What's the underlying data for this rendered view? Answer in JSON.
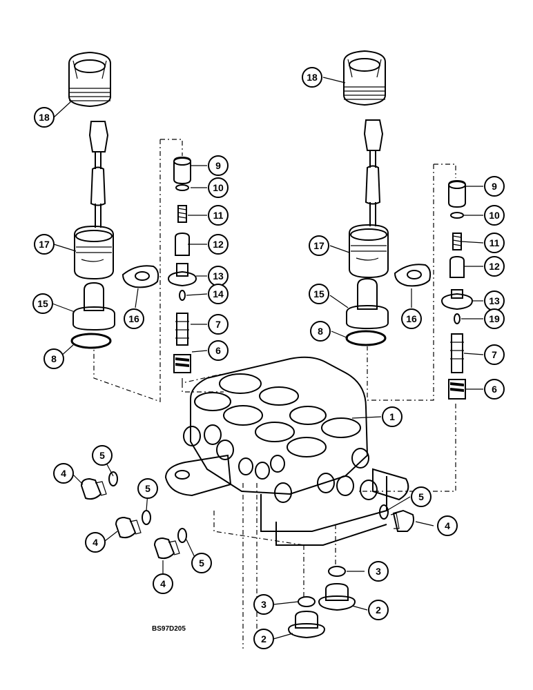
{
  "drawing_code": "BS97D205",
  "callouts": [
    {
      "id": "c18a",
      "label": "18"
    },
    {
      "id": "c18b",
      "label": "18"
    },
    {
      "id": "c9a",
      "label": "9"
    },
    {
      "id": "c9b",
      "label": "9"
    },
    {
      "id": "c10a",
      "label": "10"
    },
    {
      "id": "c10b",
      "label": "10"
    },
    {
      "id": "c11a",
      "label": "11"
    },
    {
      "id": "c11b",
      "label": "11"
    },
    {
      "id": "c12a",
      "label": "12"
    },
    {
      "id": "c12b",
      "label": "12"
    },
    {
      "id": "c17a",
      "label": "17"
    },
    {
      "id": "c17b",
      "label": "17"
    },
    {
      "id": "c13a",
      "label": "13"
    },
    {
      "id": "c13b",
      "label": "13"
    },
    {
      "id": "c14a",
      "label": "14"
    },
    {
      "id": "c15a",
      "label": "15"
    },
    {
      "id": "c15b",
      "label": "15"
    },
    {
      "id": "c16a",
      "label": "16"
    },
    {
      "id": "c16b",
      "label": "16"
    },
    {
      "id": "c19a",
      "label": "19"
    },
    {
      "id": "c7a",
      "label": "7"
    },
    {
      "id": "c7b",
      "label": "7"
    },
    {
      "id": "c8a",
      "label": "8"
    },
    {
      "id": "c8b",
      "label": "8"
    },
    {
      "id": "c6a",
      "label": "6"
    },
    {
      "id": "c6b",
      "label": "6"
    },
    {
      "id": "c1a",
      "label": "1"
    },
    {
      "id": "c5a",
      "label": "5"
    },
    {
      "id": "c5b",
      "label": "5"
    },
    {
      "id": "c5c",
      "label": "5"
    },
    {
      "id": "c5d",
      "label": "5"
    },
    {
      "id": "c4a",
      "label": "4"
    },
    {
      "id": "c4b",
      "label": "4"
    },
    {
      "id": "c4c",
      "label": "4"
    },
    {
      "id": "c4d",
      "label": "4"
    },
    {
      "id": "c3a",
      "label": "3"
    },
    {
      "id": "c3b",
      "label": "3"
    },
    {
      "id": "c2a",
      "label": "2"
    },
    {
      "id": "c2b",
      "label": "2"
    }
  ]
}
